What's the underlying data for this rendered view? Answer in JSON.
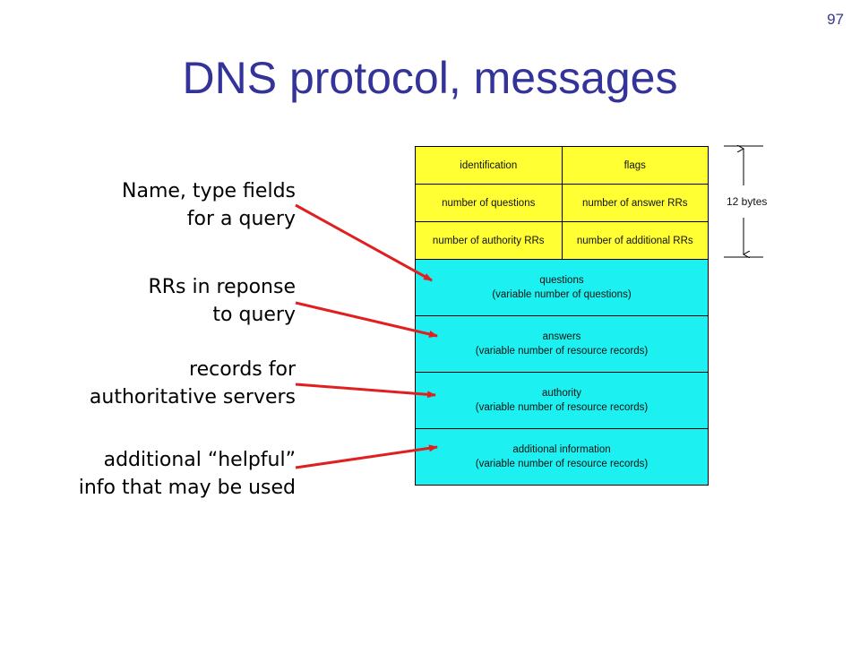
{
  "slide_number": "97",
  "title": "DNS protocol, messages",
  "labels": [
    "Name, type fields\nfor a query",
    "RRs in reponse\nto query",
    "records for\nauthoritative servers",
    "additional “helpful”\ninfo that may be used"
  ],
  "header_rows": [
    [
      "identification",
      "flags"
    ],
    [
      "number of questions",
      "number of answer RRs"
    ],
    [
      "number of authority RRs",
      "number of additional RRs"
    ]
  ],
  "sections": [
    {
      "name": "questions",
      "detail": "(variable number of questions)"
    },
    {
      "name": "answers",
      "detail": "(variable number of resource records)"
    },
    {
      "name": "authority",
      "detail": "(variable number of resource  records)"
    },
    {
      "name": "additional information",
      "detail": "(variable number of resource records)"
    }
  ],
  "bytes_label": "12 bytes",
  "colors": {
    "title": "#333399",
    "header_fill": "#ffff33",
    "section_fill": "#1cf0f0",
    "arrow": "#e02020"
  }
}
